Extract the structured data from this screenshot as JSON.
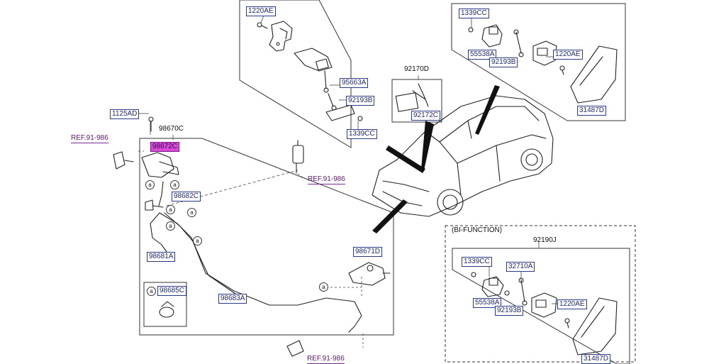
{
  "labels": {
    "l1220AE_top": "1220AE",
    "l95663A": "95663A",
    "l92193B_top": "92193B",
    "l1339CC_top": "1339CC",
    "l92170D": "92170D",
    "l92172C": "92172C",
    "l1339CC_right": "1339CC",
    "l55538A_right": "55538A",
    "l92193B_right": "92193B",
    "l1220AE_right": "1220AE",
    "l31487D_right": "31487D",
    "l1125AD": "1125AD",
    "l98670C": "98670C",
    "l98672C": "98672C",
    "l98682C": "98682C",
    "l98681A": "98681A",
    "l98685C": "98685C",
    "l98683A": "98683A",
    "l98671D": "98671D",
    "l92190J": "92190J",
    "l1339CC_bi": "1339CC",
    "l32710A": "32710A",
    "l55538A_bi": "55538A",
    "l92193B_bi": "92193B",
    "l1220AE_bi": "1220AE",
    "l31487D_bi": "31487D"
  },
  "refs": {
    "ref_left": "REF.91-986",
    "ref_mid": "REF.91-986",
    "ref_bottom": "REF.91-986"
  },
  "bi_function_title": "(BI-FUNCTION)",
  "callout_marker": "a"
}
